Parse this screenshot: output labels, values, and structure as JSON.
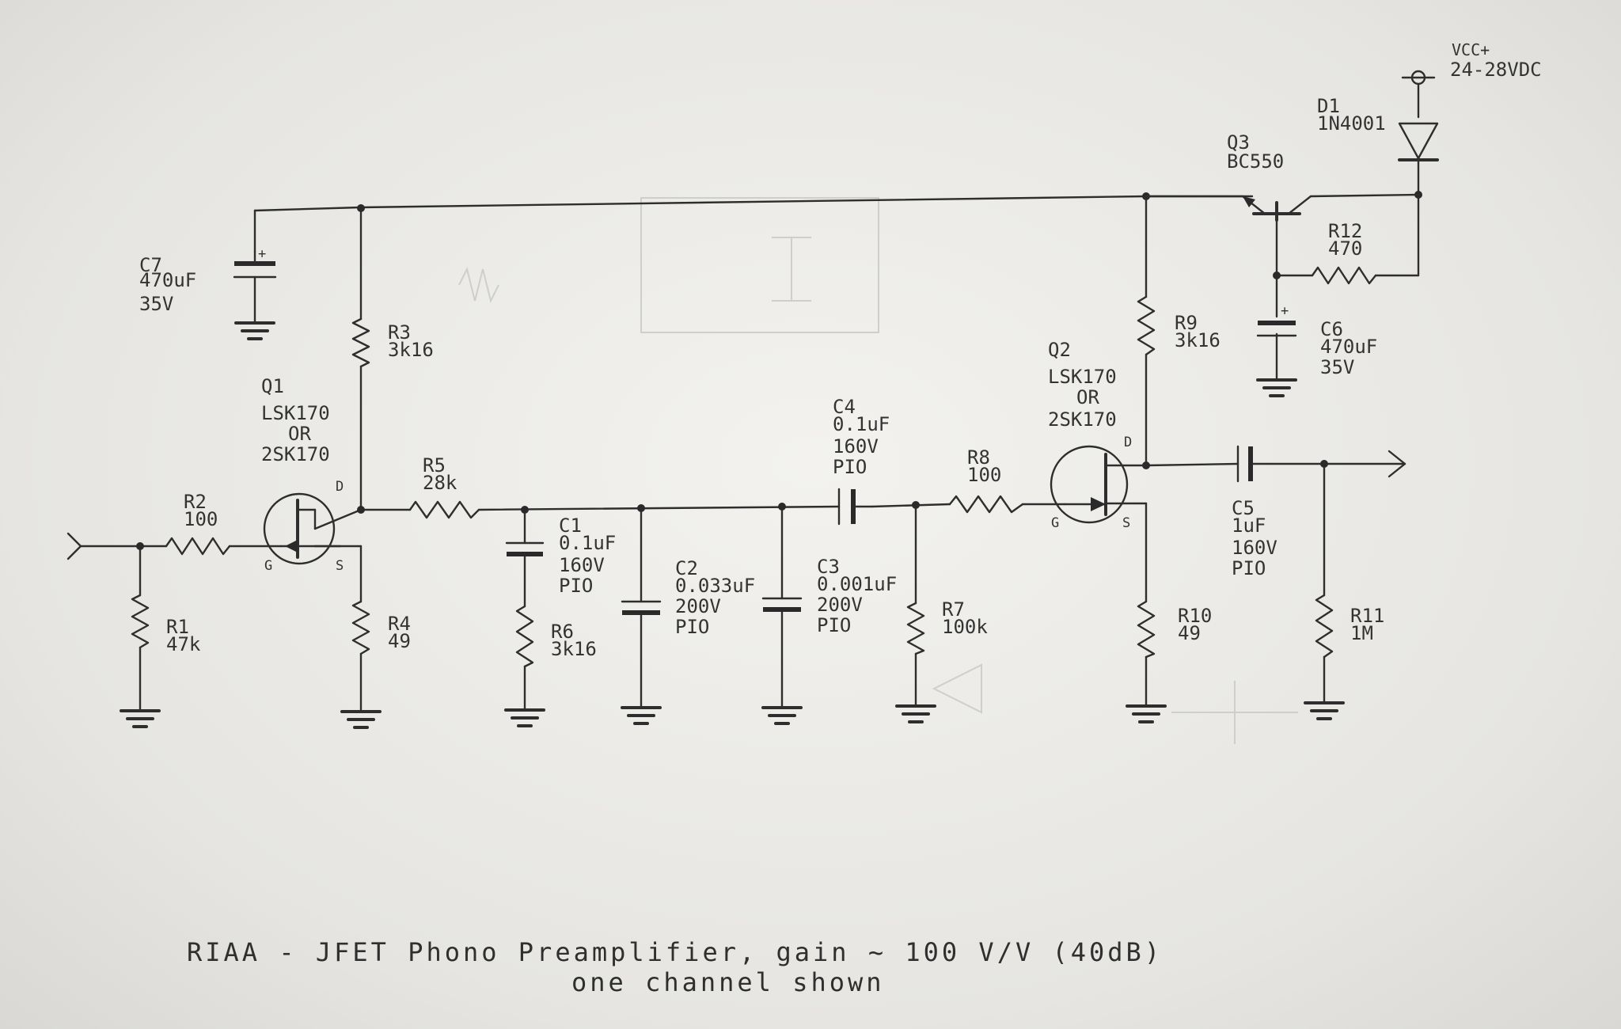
{
  "title": {
    "line1": "RIAA - JFET Phono Preamplifier, gain ~ 100 V/V (40dB)",
    "line2": "one channel shown"
  },
  "supply": {
    "name": "VCC+",
    "value": "24-28VDC"
  },
  "components": {
    "c7": {
      "ref": "C7",
      "value": "470uF",
      "rating": "35V"
    },
    "r3": {
      "ref": "R3",
      "value": "3k16"
    },
    "q1": {
      "ref": "Q1",
      "part": "LSK170",
      "or": "OR",
      "alt": "2SK170"
    },
    "r2": {
      "ref": "R2",
      "value": "100"
    },
    "r1": {
      "ref": "R1",
      "value": "47k"
    },
    "r4": {
      "ref": "R4",
      "value": "49"
    },
    "r5": {
      "ref": "R5",
      "value": "28k"
    },
    "c1": {
      "ref": "C1",
      "value": "0.1uF",
      "rating": "160V",
      "type": "PIO"
    },
    "r6": {
      "ref": "R6",
      "value": "3k16"
    },
    "c2": {
      "ref": "C2",
      "value": "0.033uF",
      "rating": "200V",
      "type": "PIO"
    },
    "c3": {
      "ref": "C3",
      "value": "0.001uF",
      "rating": "200V",
      "type": "PIO"
    },
    "c4": {
      "ref": "C4",
      "value": "0.1uF",
      "rating": "160V",
      "type": "PIO"
    },
    "r7": {
      "ref": "R7",
      "value": "100k"
    },
    "r8": {
      "ref": "R8",
      "value": "100"
    },
    "q2": {
      "ref": "Q2",
      "part": "LSK170",
      "or": "OR",
      "alt": "2SK170"
    },
    "r9": {
      "ref": "R9",
      "value": "3k16"
    },
    "r10": {
      "ref": "R10",
      "value": "49"
    },
    "c5": {
      "ref": "C5",
      "value": "1uF",
      "rating": "160V",
      "type": "PIO"
    },
    "r11": {
      "ref": "R11",
      "value": "1M"
    },
    "q3": {
      "ref": "Q3",
      "part": "BC550"
    },
    "d1": {
      "ref": "D1",
      "part": "1N4001"
    },
    "r12": {
      "ref": "R12",
      "value": "470"
    },
    "c6": {
      "ref": "C6",
      "value": "470uF",
      "rating": "35V"
    }
  },
  "pins": {
    "drain": "D",
    "gate": "G",
    "source": "S",
    "plus": "+"
  }
}
